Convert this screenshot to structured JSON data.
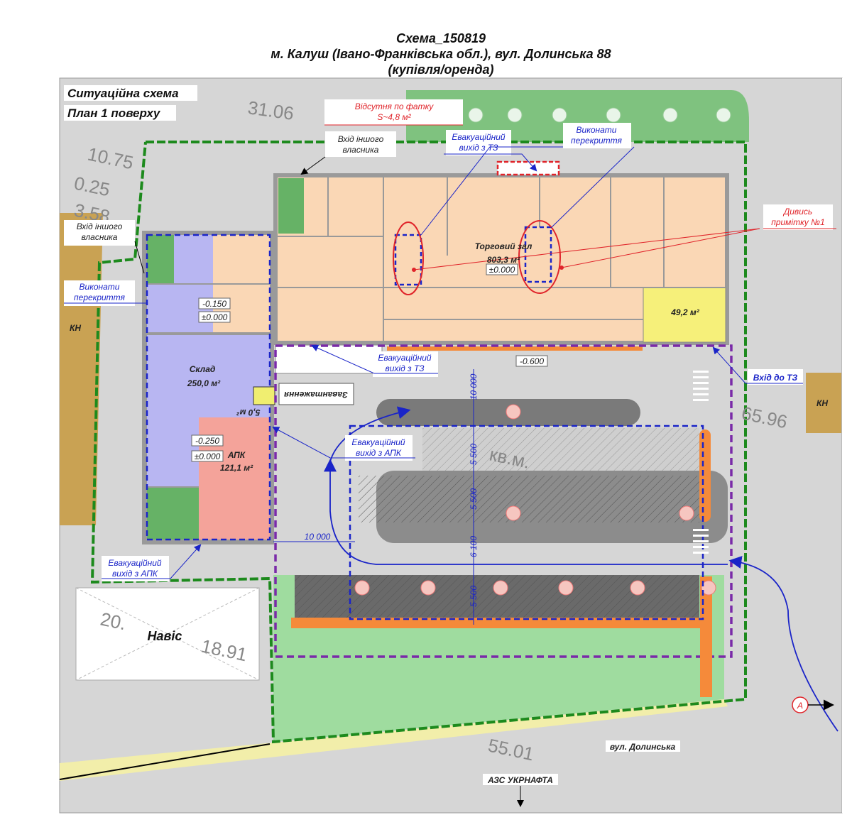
{
  "title": {
    "line1": "Схема_150819",
    "line2": "м. Калуш (Івано-Франківська обл.), вул. Долинська 88",
    "line3": "(купівля/оренда)"
  },
  "headings": {
    "situation": "Ситуаційна схема",
    "plan": "План 1 поверху"
  },
  "callouts": {
    "missing_line1": "Відсутня по фатку",
    "missing_line2": "S~4,8 м²",
    "other_owner_line1": "Вхід іншого",
    "other_owner_line2": "власника",
    "evac_tz_line1": "Евакуаційний",
    "evac_tz_line2": "вихід з ТЗ",
    "do_ceiling_line1": "Виконати",
    "do_ceiling_line2": "перекриття",
    "see_note_line1": "Дивись",
    "see_note_line2": "примітку №1",
    "evac_apk_line1": "Евакуаційний",
    "evac_apk_line2": "вихід з АПК",
    "entrance_tz": "Вхід до ТЗ"
  },
  "rooms": {
    "trade_hall_name": "Торговий зал",
    "trade_hall_area": "803,3 м²",
    "trade_hall_level": "±0.000",
    "yellow_area": "49,2 м²",
    "warehouse_name": "Склад",
    "warehouse_area": "250,0 м²",
    "apk_name": "АПК",
    "apk_area": "121,1 м²",
    "small_area": "5,0 м²",
    "loading": "Завантаження",
    "canopy": "Навіс"
  },
  "levels": {
    "l1": "-0.150",
    "l2": "±0.000",
    "l3": "-0.250",
    "l4": "±0.000",
    "l5": "-0.600"
  },
  "dimensions": {
    "d1": "10 000",
    "d2": "5 500",
    "d3": "5 500",
    "d4": "6 100",
    "d5": "5 500",
    "d6": "10 000"
  },
  "neighbors": {
    "kn_left": "КН",
    "kn_right": "КН"
  },
  "street": "вул. Долинська",
  "gas_station": "АЗС УКРНАФТА",
  "section_marker": "А",
  "ghost_numbers": [
    "31.06",
    "10.75",
    "0.25",
    "3.58",
    "65.96",
    "55.01",
    "20.",
    "18.91",
    "кв.м."
  ]
}
